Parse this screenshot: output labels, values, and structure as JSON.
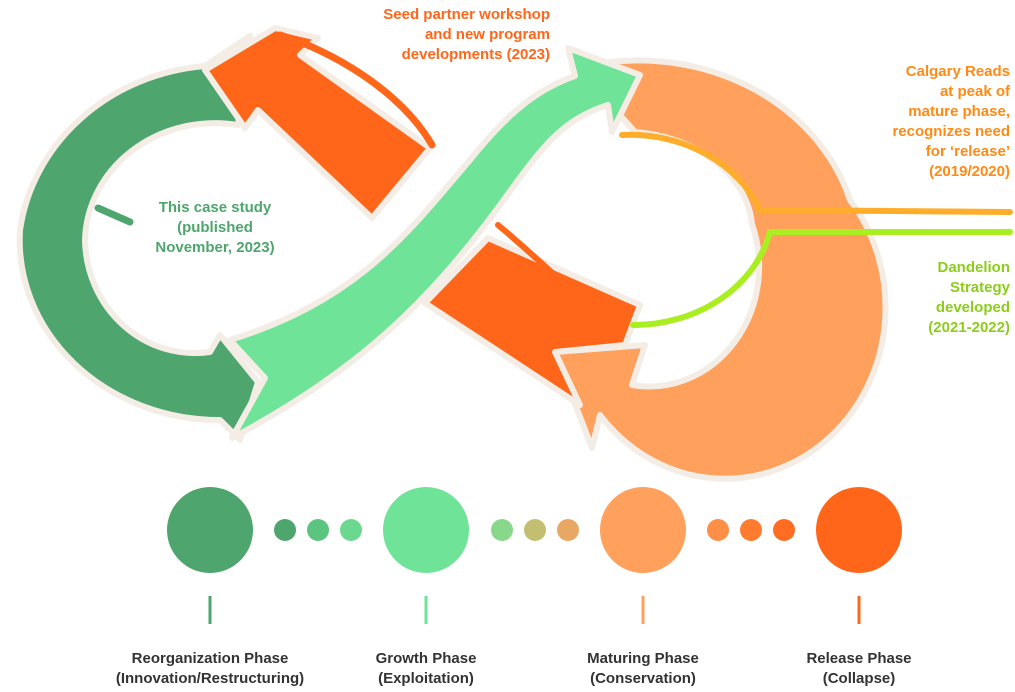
{
  "colors": {
    "reorganization": "#4ea56d",
    "growth": "#6fe397",
    "maturing": "#ffa05c",
    "release": "#ff6619",
    "calgary_line": "#ffad2a",
    "dandelion_line": "#aaee22",
    "label_text": "#333333"
  },
  "annotations": {
    "seed": {
      "lines": [
        "Seed partner workshop",
        "and new program",
        "developments (2023)"
      ]
    },
    "calgary": {
      "lines": [
        "Calgary Reads",
        "at peak of",
        "mature phase,",
        "recognizes need",
        "for ‘release’",
        "(2019/2020)"
      ]
    },
    "dandelion": {
      "lines": [
        "Dandelion",
        "Strategy",
        "developed",
        "(2021-2022)"
      ]
    },
    "case_study": {
      "lines": [
        "This case study",
        "(published",
        "November, 2023)"
      ]
    }
  },
  "phases": [
    {
      "line1": "Reorganization Phase",
      "line2": "(Innovation/Restructuring)",
      "color_key": "reorganization"
    },
    {
      "line1": "Growth Phase",
      "line2": "(Exploitation)",
      "color_key": "growth"
    },
    {
      "line1": "Maturing Phase",
      "line2": "(Conservation)",
      "color_key": "maturing"
    },
    {
      "line1": "Release Phase",
      "line2": "(Collapse)",
      "color_key": "release"
    }
  ]
}
